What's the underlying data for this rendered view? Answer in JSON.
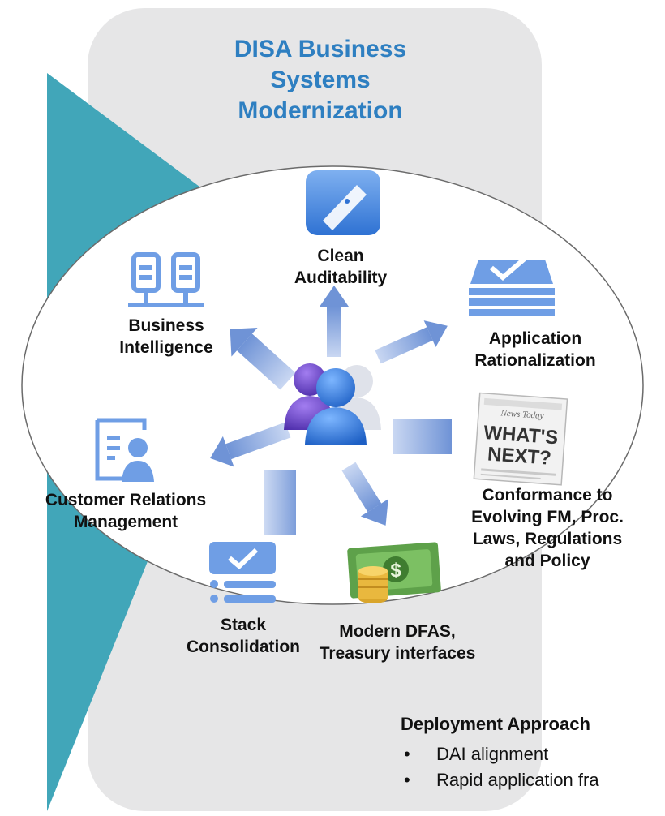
{
  "title": "DISA Business Systems Modernization",
  "center": "users-group-icon",
  "spokes": [
    {
      "id": "clean-auditability",
      "label_lines": [
        "Clean",
        "Auditability"
      ],
      "icon": "pen-icon"
    },
    {
      "id": "application-rationalization",
      "label_lines": [
        "Application",
        "Rationalization"
      ],
      "icon": "layers-check-icon"
    },
    {
      "id": "conformance",
      "label_lines": [
        "Conformance to",
        "Evolving FM, Proc.",
        "Laws, Regulations",
        "and Policy"
      ],
      "icon": "newspaper-icon",
      "icon_text": [
        "News·Today",
        "WHAT'S",
        "NEXT?"
      ]
    },
    {
      "id": "modern-dfas",
      "label_lines": [
        "Modern DFAS,",
        "Treasury interfaces"
      ],
      "icon": "money-icon"
    },
    {
      "id": "stack-consolidation",
      "label_lines": [
        "Stack",
        "Consolidation"
      ],
      "icon": "checklist-icon"
    },
    {
      "id": "customer-relations",
      "label_lines": [
        "Customer Relations",
        "Management"
      ],
      "icon": "contact-card-icon"
    },
    {
      "id": "business-intelligence",
      "label_lines": [
        "Business",
        "Intelligence"
      ],
      "icon": "network-servers-icon"
    }
  ],
  "deployment": {
    "title": "Deployment Approach",
    "items": [
      "DAI alignment",
      "Rapid application fra"
    ]
  },
  "colors": {
    "panel": "#e6e6e7",
    "triangle": "#41a6b9",
    "title": "#2e7fc1",
    "icon": "#5b8fd6",
    "arrow": "#8fb0e3"
  }
}
